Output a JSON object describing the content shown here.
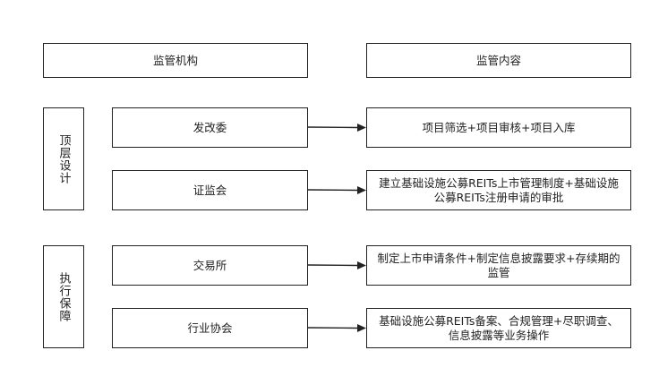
{
  "headers": {
    "agency": "监管机构",
    "content": "监管内容"
  },
  "groups": [
    {
      "label": "顶层设计"
    },
    {
      "label": "执行保障"
    }
  ],
  "agencies": [
    {
      "name": "发改委"
    },
    {
      "name": "证监会"
    },
    {
      "name": "交易所"
    },
    {
      "name": "行业协会"
    }
  ],
  "contents": [
    {
      "text": "项目筛选+项目审核+项目入库"
    },
    {
      "text": "建立基础设施公募REITs上市管理制度+基础设施公募REITs注册申请的审批"
    },
    {
      "text": "制定上市申请条件+制定信息披露要求+存续期的监管"
    },
    {
      "text": "基础设施公募REITs备案、合规管理+尽职调查、信息披露等业务操作"
    }
  ],
  "colors": {
    "stroke": "#222222",
    "background": "#ffffff"
  }
}
